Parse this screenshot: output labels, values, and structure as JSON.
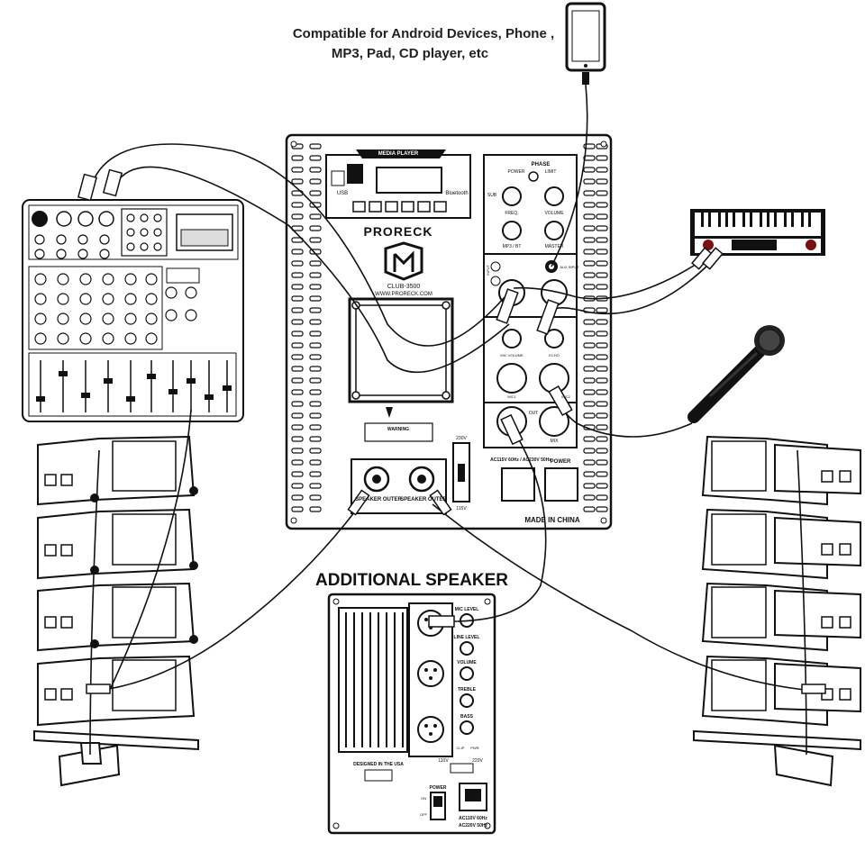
{
  "caption": {
    "line1": "Compatible for Android Devices, Phone ,",
    "line2": "MP3, Pad, CD player, etc"
  },
  "additional_speaker_title": "ADDITIONAL SPEAKER",
  "main_panel": {
    "media_player": "MEDIA PLAYER",
    "bluetooth": "Bluetooth",
    "usb": "USB",
    "brand": "PRORECK",
    "model": "CLUB-3500",
    "website": "WWW.PRORECK.COM",
    "made_in": "MADE IN CHINA",
    "phase": "PHASE",
    "power_label": "POWER",
    "limit_label": "LIMIT",
    "sub": "SUB",
    "freq": "FREQ.",
    "volume": "VOLUME",
    "mp3_bt": "MP3 / BT",
    "master": "MASTER",
    "aux_input": "AUX INPUT",
    "input": "INPUT",
    "mic_volume": "MIC VOLUME",
    "echo": "ECHO",
    "mic1": "MIC1",
    "mic2": "MIC2",
    "mix": "MIX",
    "out": "OUT",
    "speaker_outer_left": "SPEAKER OUTER",
    "speaker_outer_right": "SPEAKER OUTER",
    "voltage_230": "230V",
    "voltage_115": "115V",
    "ac_rating": "AC115V 60Hz / AC230V 50Hz",
    "power_box": "POWER",
    "warning": "WARNING"
  },
  "additional_panel": {
    "mic_level": "MIC LEVEL",
    "line_level": "LINE LEVEL",
    "volume": "VOLUME",
    "treble": "TREBLE",
    "bass": "BASS",
    "clip": "CLIP",
    "pwr": "PWR",
    "designed": "DESIGNED IN THE USA",
    "v110": "110V",
    "v220": "220V",
    "power": "POWER",
    "on": "ON",
    "off": "OFF",
    "ac": "AC110V 60Hz",
    "ac2": "AC220V 50Hz"
  }
}
